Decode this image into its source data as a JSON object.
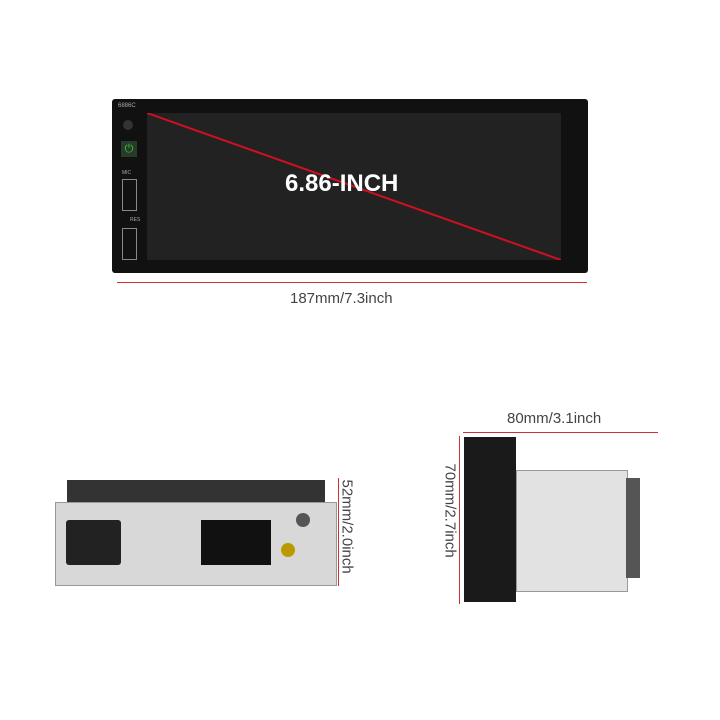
{
  "front": {
    "model": "6886C",
    "headline": "6.86-INCH",
    "mic": "MIC",
    "res": "RES"
  },
  "dimensions": {
    "width_front": "187mm/7.3inch",
    "height_back": "52mm/2.0inch",
    "depth_side": "80mm/3.1inch",
    "height_side": "70mm/2.7inch"
  },
  "colors": {
    "dimension_line": "#cc3333",
    "diagonal": "#d01020",
    "power": "#3c3"
  }
}
